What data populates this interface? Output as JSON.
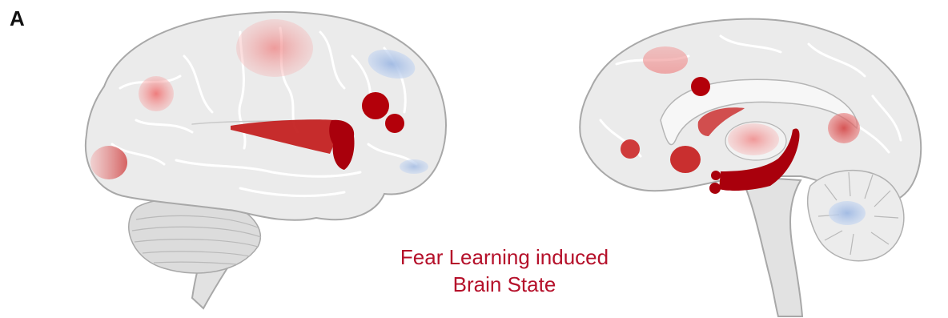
{
  "panel": {
    "label": "A"
  },
  "caption": {
    "line1": "Fear Learning induced",
    "line2": "Brain State"
  },
  "colors": {
    "activation_strong": "#b3000a",
    "activation_medium": "#d23a3a",
    "activation_faint": "#ee8a8a",
    "deactivation": "#a9c1e6",
    "caption_text": "#b5102a",
    "brain_fill": "#ebebeb"
  },
  "views": [
    {
      "name": "lateral-view",
      "icon": "lateral-brain-icon"
    },
    {
      "name": "medial-sagittal-view",
      "icon": "sagittal-brain-icon"
    }
  ]
}
